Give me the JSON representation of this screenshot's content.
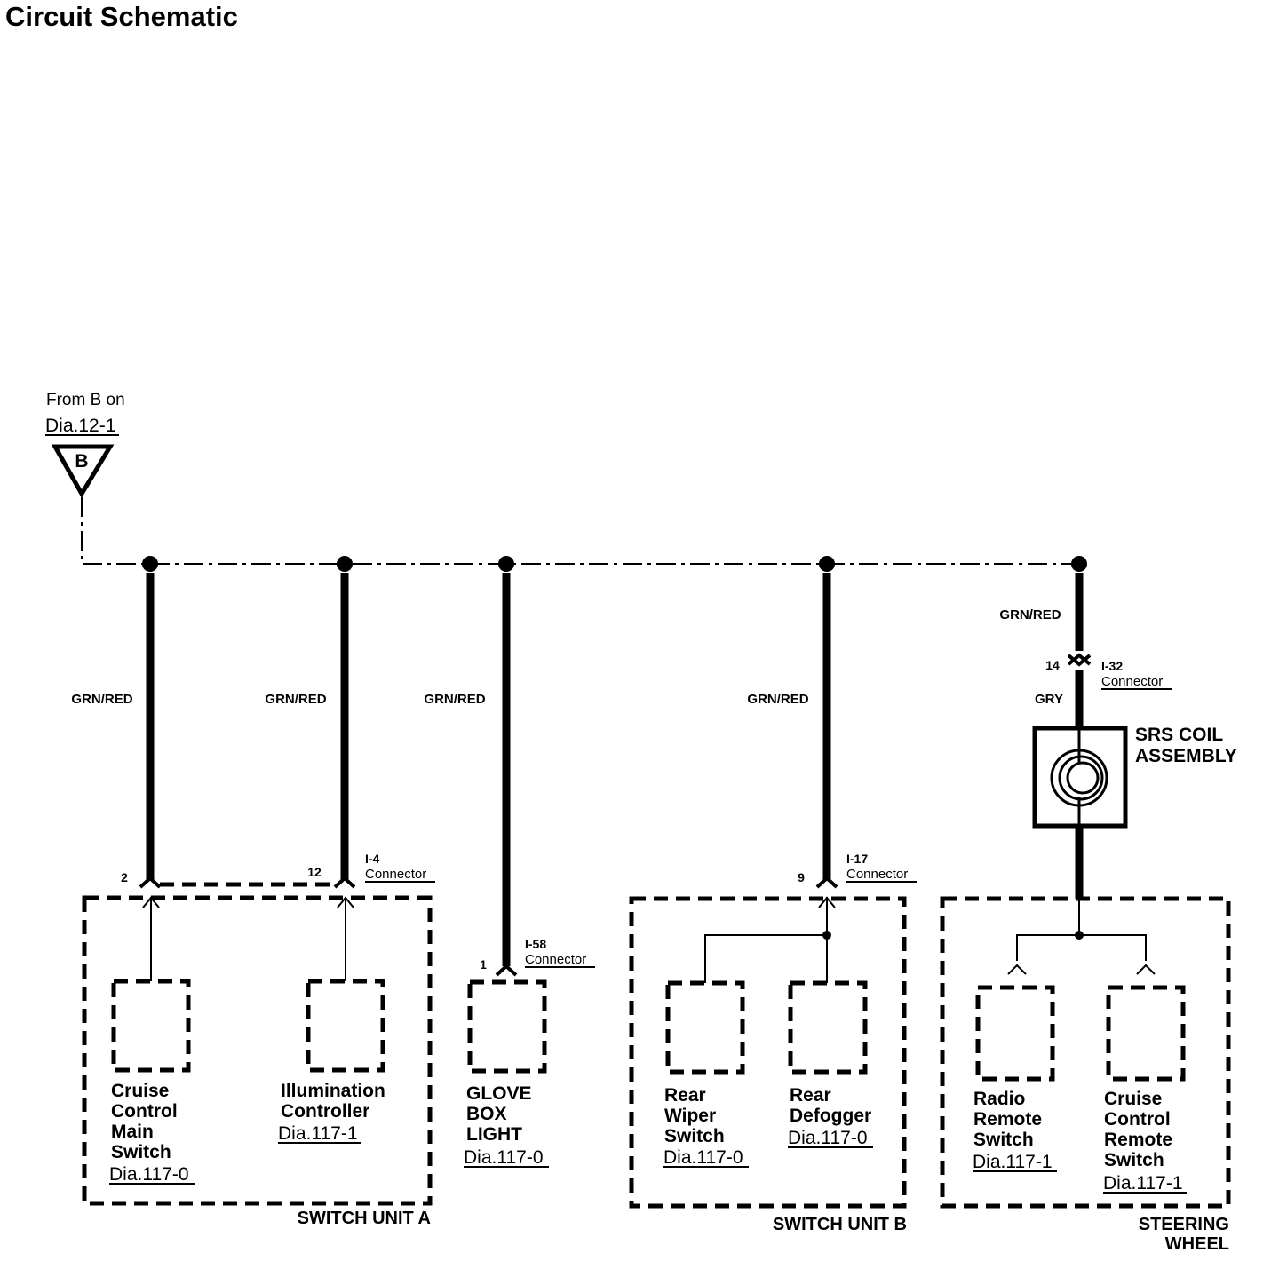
{
  "title": "Circuit Schematic",
  "source": {
    "from_text": "From B on",
    "link": "Dia.12-1",
    "terminal_letter": "B"
  },
  "wires": {
    "grn_red": "GRN/RED",
    "gry": "GRY"
  },
  "connectors": {
    "i4": {
      "id": "I-4",
      "word": "Connector",
      "pins": [
        "2",
        "12"
      ]
    },
    "i58": {
      "id": "I-58",
      "word": "Connector",
      "pin": "1"
    },
    "i17": {
      "id": "I-17",
      "word": "Connector",
      "pin": "9"
    },
    "i32": {
      "id": "I-32",
      "word": "Connector",
      "pin": "14"
    }
  },
  "srs_coil": {
    "line1": "SRS COIL",
    "line2": "ASSEMBLY"
  },
  "components": {
    "cruise_main": {
      "lines": [
        "Cruise",
        "Control",
        "Main",
        "Switch"
      ],
      "link": "Dia.117-0"
    },
    "illumination": {
      "lines": [
        "Illumination",
        "Controller"
      ],
      "link": "Dia.117-1"
    },
    "glove": {
      "lines": [
        "GLOVE",
        "BOX",
        "LIGHT"
      ],
      "link": "Dia.117-0"
    },
    "rear_wiper": {
      "lines": [
        "Rear",
        "Wiper",
        "Switch"
      ],
      "link": "Dia.117-0"
    },
    "rear_defogger": {
      "lines": [
        "Rear",
        "Defogger"
      ],
      "link": "Dia.117-0"
    },
    "radio_remote": {
      "lines": [
        "Radio",
        "Remote",
        "Switch"
      ],
      "link": "Dia.117-1"
    },
    "cruise_remote": {
      "lines": [
        "Cruise",
        "Control",
        "Remote",
        "Switch"
      ],
      "link": "Dia.117-1"
    }
  },
  "units": {
    "a": "SWITCH UNIT A",
    "b": "SWITCH UNIT B",
    "steering_line1": "STEERING",
    "steering_line2": "WHEEL"
  }
}
